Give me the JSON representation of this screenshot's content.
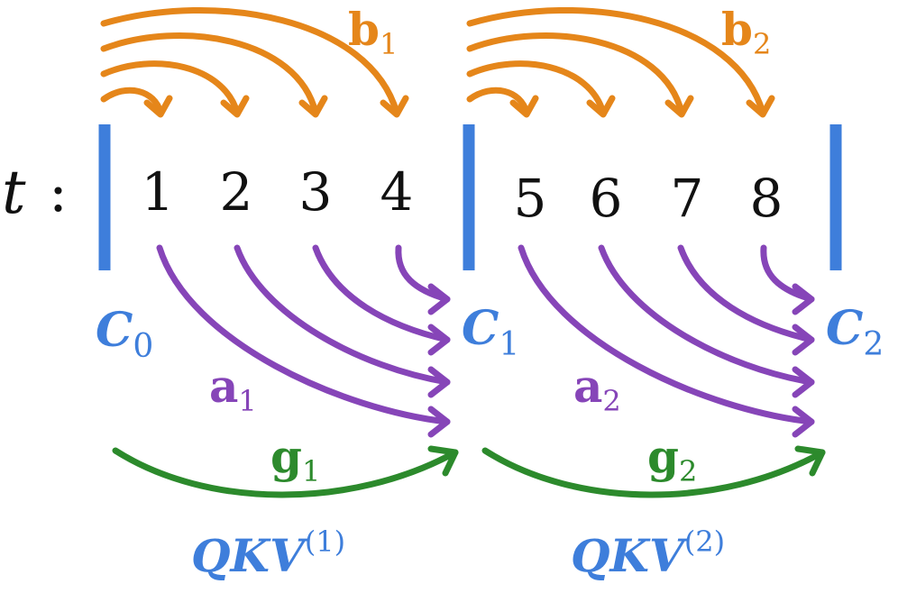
{
  "time_label": "t",
  "colon": ":",
  "timesteps": [
    "1",
    "2",
    "3",
    "4",
    "5",
    "6",
    "7",
    "8"
  ],
  "chunk_states": [
    {
      "base": "C",
      "sub": "0"
    },
    {
      "base": "C",
      "sub": "1"
    },
    {
      "base": "C",
      "sub": "2"
    }
  ],
  "chunks": [
    {
      "b": {
        "base": "b",
        "sub": "1"
      },
      "a": {
        "base": "a",
        "sub": "1"
      },
      "g": {
        "base": "g",
        "sub": "1"
      },
      "qkv": {
        "base": "QKV",
        "sup": "(1)"
      }
    },
    {
      "b": {
        "base": "b",
        "sub": "2"
      },
      "a": {
        "base": "a",
        "sub": "2"
      },
      "g": {
        "base": "g",
        "sub": "2"
      },
      "qkv": {
        "base": "QKV",
        "sup": "(2)"
      }
    }
  ],
  "colors": {
    "blue": "#3e7edb",
    "orange": "#e5861a",
    "purple": "#8645b8",
    "green": "#2c8a2c",
    "text": "#111111"
  }
}
